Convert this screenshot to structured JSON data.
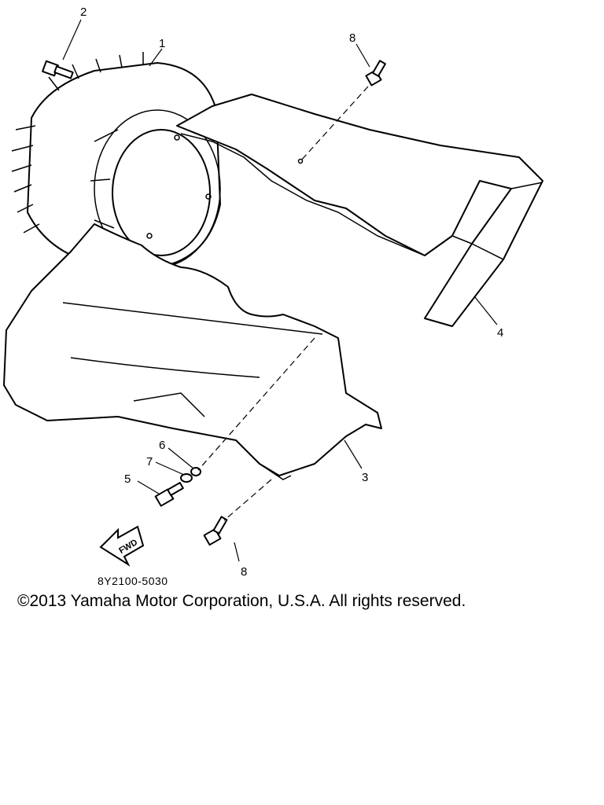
{
  "labels": {
    "p1": "1",
    "p2": "2",
    "p3": "3",
    "p4": "4",
    "p5": "5",
    "p6": "6",
    "p7": "7",
    "p8_top": "8",
    "p8_bottom": "8"
  },
  "fwd_badge": "FWD",
  "drawing_code": "8Y2100-5030",
  "copyright": "©2013 Yamaha Motor Corporation, U.S.A. All rights reserved."
}
